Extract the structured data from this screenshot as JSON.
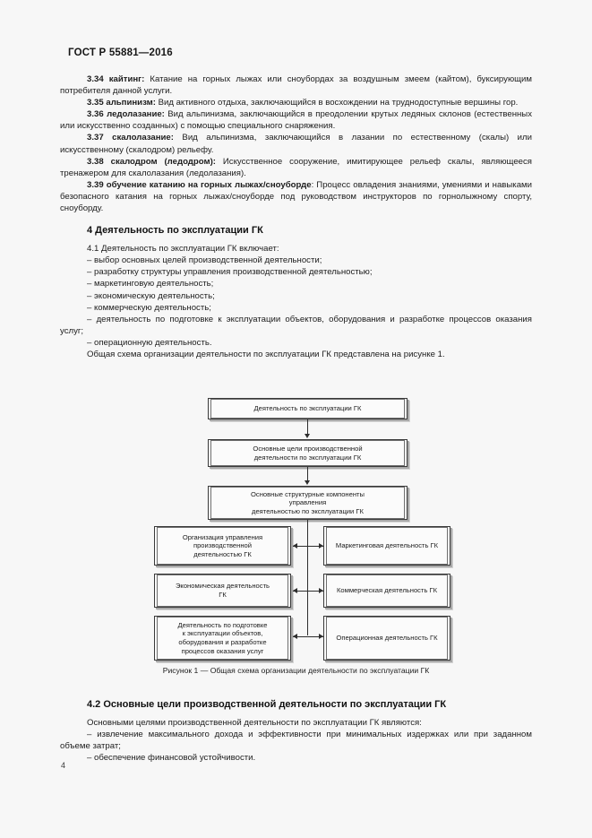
{
  "document": {
    "standard_header": "ГОСТ Р 55881—2016",
    "page_number": "4"
  },
  "definitions": [
    {
      "number": "3.34",
      "term": "кайтинг:",
      "text": " Катание на горных лыжах или сноубордах за воздушным змеем (кайтом), буксирующим потребителя данной услуги."
    },
    {
      "number": "3.35",
      "term": "альпинизм:",
      "text": " Вид активного отдыха, заключающийся в восхождении на труднодоступные вершины гор."
    },
    {
      "number": "3.36",
      "term": "ледолазание:",
      "text": " Вид альпинизма, заключающийся в преодолении крутых ледяных склонов (естественных или искусственно созданных) с помощью специального снаряжения."
    },
    {
      "number": "3.37",
      "term": "скалолазание:",
      "text": " Вид альпинизма, заключающийся в лазании по естественному (скалы) или искусственному (скалодром) рельефу."
    },
    {
      "number": "3.38",
      "term": "скалодром (ледодром):",
      "text": " Искусственное сооружение, имитирующее рельеф скалы, являющееся тренажером для скалолазания (ледолазания)."
    },
    {
      "number": "3.39",
      "term": "обучение катанию на горных лыжах/сноуборде",
      "text": ": Процесс овладения знаниями, умениями и навыками безопасного катания на горных лыжах/сноуборде под руководством инструкторов по горнолыжному спорту, сноуборду."
    }
  ],
  "section4": {
    "heading": "4  Деятельность по эксплуатации ГК",
    "intro_number": "4.1",
    "intro_text": "  Деятельность по эксплуатации ГК включает:",
    "items": [
      "–  выбор основных целей производственной деятельности;",
      "–  разработку структуры управления производственной деятельностью;",
      "–  маркетинговую деятельность;",
      "–  экономическую деятельность;",
      "–  коммерческую деятельность;",
      "–  деятельность по подготовке к эксплуатации объектов, оборудования и разработке процессов оказания услуг;",
      "–  операционную деятельность."
    ],
    "closing": "Общая схема организации деятельности по эксплуатации ГК представлена на рисунке 1."
  },
  "figure": {
    "caption": "Рисунок 1 — Общая схема организации деятельности по эксплуатации ГК",
    "boxes": {
      "top": "Деятельность по эксплуатации ГК",
      "goals": "Основные цели производственной\nдеятельности по эксплуатации ГК",
      "components": "Основные структурные компоненты\nуправления\nдеятельностью по эксплуатации ГК",
      "left1": "Организация управления\nпроизводственной\nдеятельностью ГК",
      "left2": "Экономическая деятельность\nГК",
      "left3": "Деятельность по подготовке\nк эксплуатации объектов,\nоборудования и разработке\nпроцессов оказания услуг",
      "right1": "Маркетинговая деятельность ГК",
      "right2": "Коммерческая деятельность ГК",
      "right3": "Операционная деятельность ГК"
    }
  },
  "section42": {
    "heading": "4.2  Основные цели производственной деятельности по эксплуатации ГК",
    "intro": "Основными целями производственной деятельности по эксплуатации ГК являются:",
    "items": [
      "–  извлечение максимального дохода и эффективности при минимальных издержках или при заданном объеме затрат;",
      "–  обеспечение финансовой устойчивости."
    ]
  }
}
